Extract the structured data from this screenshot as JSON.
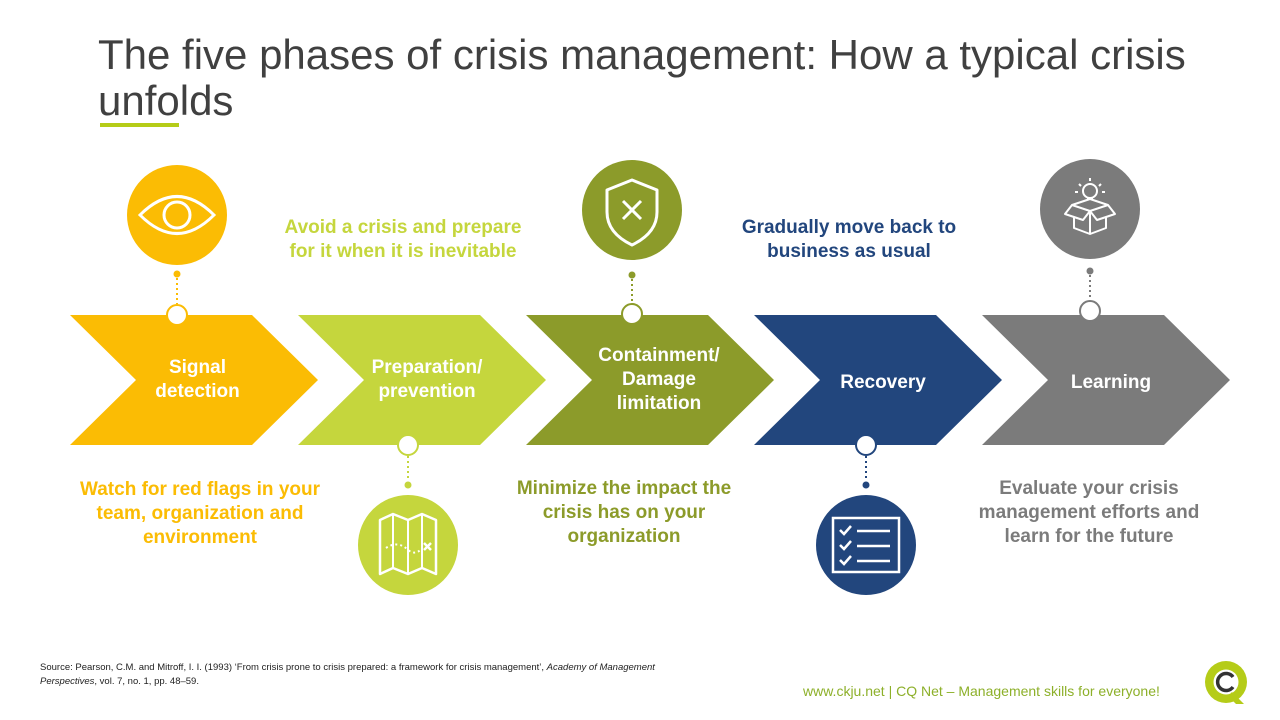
{
  "title": "The five phases of crisis management: How a typical crisis unfolds",
  "colors": {
    "signal": "#fbbc04",
    "preparation": "#c5d63d",
    "containment": "#8c9b2a",
    "recovery": "#22467d",
    "learning": "#7b7b7b",
    "accent": "#b5cc18"
  },
  "phases": [
    {
      "name": "Signal detection",
      "label_lines": [
        "Signal",
        "detection"
      ],
      "description_lines": [
        "Watch for red flags in your",
        "team, organization and",
        "environment"
      ],
      "icon": "eye-icon"
    },
    {
      "name": "Preparation/ prevention",
      "label_lines": [
        "Preparation/",
        "prevention"
      ],
      "description_lines": [
        "Avoid a crisis and prepare",
        "for it when it is inevitable"
      ],
      "icon": "map-icon"
    },
    {
      "name": "Containment/ Damage limitation",
      "label_lines": [
        "Containment/",
        "Damage",
        "limitation"
      ],
      "description_lines": [
        "Minimize the impact the",
        "crisis has on your",
        "organization"
      ],
      "icon": "shield-x-icon"
    },
    {
      "name": "Recovery",
      "label_lines": [
        "Recovery"
      ],
      "description_lines": [
        "Gradually move back to",
        "business as usual"
      ],
      "icon": "checklist-icon"
    },
    {
      "name": "Learning",
      "label_lines": [
        "Learning"
      ],
      "description_lines": [
        "Evaluate your crisis",
        "management efforts and",
        "learn for the future"
      ],
      "icon": "lightbulb-box-icon"
    }
  ],
  "source": {
    "prefix": "Source: Pearson, C.M. and Mitroff, I. I. (1993) ‘From crisis prone to crisis prepared: a framework for crisis management’, ",
    "journal": "Academy of Management Perspectives",
    "suffix": ", vol. 7, no. 1, pp. 48–59."
  },
  "footer": "www.ckju.net  | CQ Net – Management skills for everyone!",
  "logo": "CQ logo"
}
